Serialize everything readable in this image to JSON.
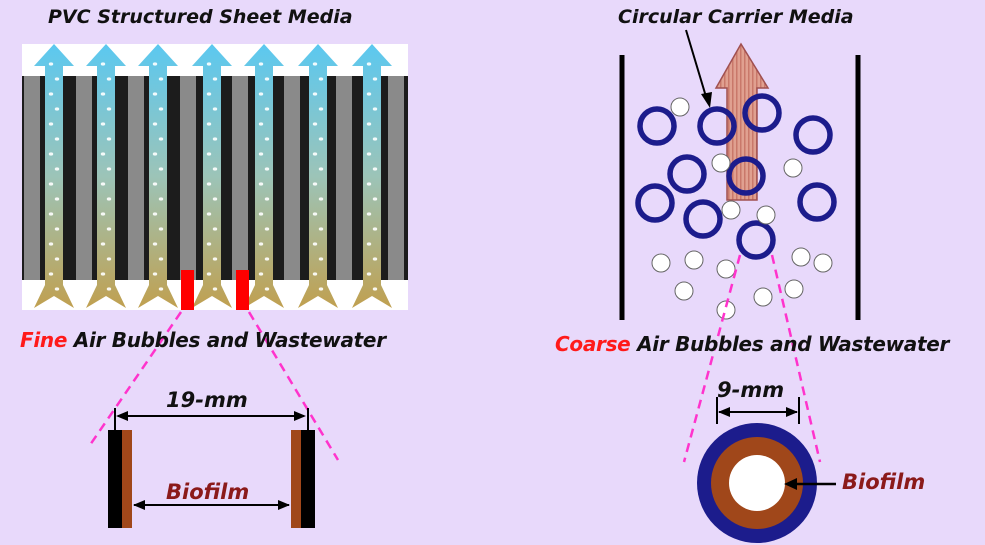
{
  "left": {
    "title": "PVC Structured Sheet Media",
    "caption_highlight": "Fine",
    "caption_rest": " Air Bubbles and Wastewater",
    "dimension": "19-mm",
    "biofilm": "Biofilm"
  },
  "right": {
    "title": "Circular Carrier Media",
    "caption_highlight": "Coarse",
    "caption_rest": " Air Bubbles and Wastewater",
    "dimension": "9-mm",
    "biofilm": "Biofilm"
  },
  "colors": {
    "background": "#e8d9fb",
    "highlight": "#ff1a1a",
    "biofilm_text": "#8b1a1a",
    "carrier_ring": "#1c1c8c",
    "biofilm_layer": "#a0471a",
    "guide_line": "#ff33cc",
    "arrow_top": "#5bc8f0",
    "arrow_bottom": "#c0a050"
  }
}
